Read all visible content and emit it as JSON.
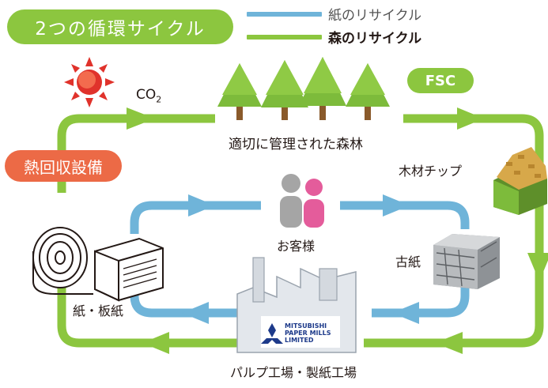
{
  "header": {
    "title": "2つの循環サイクル",
    "legend": [
      {
        "label": "紙のリサイクル",
        "color": "#6fb4d9"
      },
      {
        "label": "森のリサイクル",
        "color": "#8cc63f"
      }
    ]
  },
  "nodes": {
    "co2": "CO",
    "co2_sub": "2",
    "forest": "適切に管理された森林",
    "fsc": "FSC",
    "wood_chip": "木材チップ",
    "heat_recovery": "熱回収設備",
    "customer": "お客様",
    "used_paper": "古紙",
    "paper_products": "紙・板紙",
    "factory": "パルプ工場・製紙工場",
    "company_logo_text": [
      "MITSUBISHI",
      "PAPER MILLS",
      "LIMITED"
    ]
  },
  "colors": {
    "forest_cycle": "#8cc63f",
    "paper_cycle": "#6fb4d9",
    "heat_badge": "#ec6a46",
    "tree": "#7dbb3b",
    "sun": "#e0322b"
  }
}
